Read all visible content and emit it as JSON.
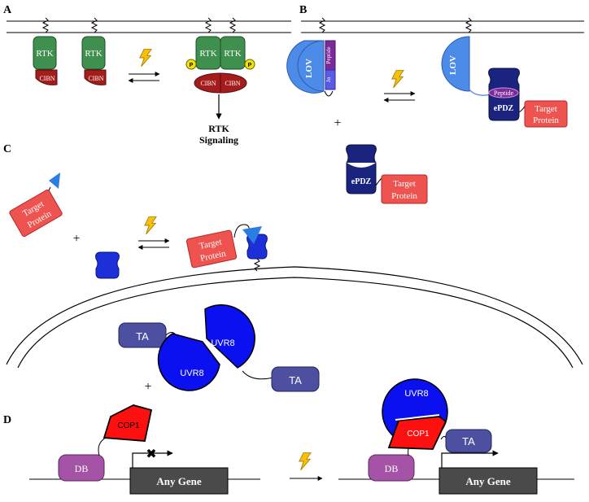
{
  "panels": {
    "a": {
      "letter": "A",
      "rtk": "RTK",
      "cibn": "CIBN",
      "p": "P",
      "signaling_line1": "RTK",
      "signaling_line2": "Signaling"
    },
    "b": {
      "letter": "B",
      "lov": "LOV",
      "ja": "Jα",
      "peptide": "Peptide",
      "epdz": "ePDZ",
      "target_line1": "Target",
      "target_line2": "Protein",
      "plus": "+"
    },
    "c": {
      "letter": "C",
      "target_line1": "Target",
      "target_line2": "Protein",
      "plus": "+"
    },
    "d": {
      "letter": "D",
      "ta": "TA",
      "uvr8": "UVR8",
      "cop1": "COP1",
      "db": "DB",
      "gene": "Any Gene",
      "blocked_mark": "✖",
      "plus": "+"
    }
  },
  "colors": {
    "rtk": "#3f8f4f",
    "cibn": "#a51c1c",
    "phospho": "#f2e300",
    "lov": "#4d8be8",
    "ja": "#5a5ae6",
    "peptide": "#7b2a9a",
    "epdz": "#1a237e",
    "target": "#ef5350",
    "cry_tip": "#2a7de1",
    "blue_protein": "#1d2fd8",
    "ta": "#4d4fa0",
    "uvr8": "#0a10f0",
    "cop1": "#ff1010",
    "db": "#a553a6",
    "gene": "#4a4a4a",
    "light": "#f4c20d"
  }
}
